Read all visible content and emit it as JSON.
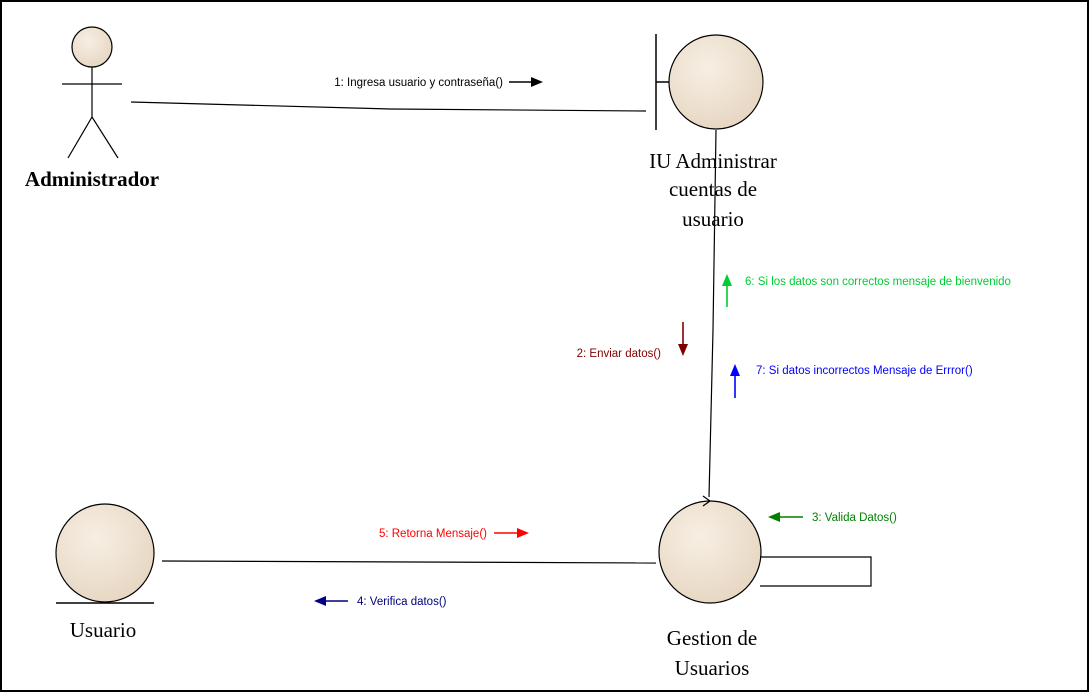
{
  "actors": {
    "administrador": {
      "label": "Administrador"
    }
  },
  "objects": {
    "iu": {
      "lines": [
        "IU Administrar",
        "cuentas de",
        "usuario"
      ]
    },
    "gestion": {
      "lines": [
        "Gestion de",
        "Usuarios"
      ]
    },
    "usuario": {
      "label": "Usuario"
    }
  },
  "messages": [
    {
      "id": "m1",
      "text": "1: Ingresa usuario y contraseña()",
      "color": "#000000",
      "direction": "right"
    },
    {
      "id": "m2",
      "text": "2: Enviar datos()",
      "color": "#800000",
      "direction": "down"
    },
    {
      "id": "m3",
      "text": "3: Valida Datos()",
      "color": "#008000",
      "direction": "left"
    },
    {
      "id": "m4",
      "text": "4: Verifica datos()",
      "color": "#000080",
      "direction": "left"
    },
    {
      "id": "m5",
      "text": "5: Retorna Mensaje()",
      "color": "#ff0000",
      "direction": "right"
    },
    {
      "id": "m6",
      "text": "6: Si los datos son correctos mensaje de bienvenido",
      "color": "#00cc33",
      "direction": "up"
    },
    {
      "id": "m7",
      "text": "7: Si datos incorrectos Mensaje de Errror()",
      "color": "#0000ff",
      "direction": "up"
    }
  ],
  "colors": {
    "object_fill": "#f2e6d6",
    "line": "#000000",
    "frame": "#000000"
  }
}
